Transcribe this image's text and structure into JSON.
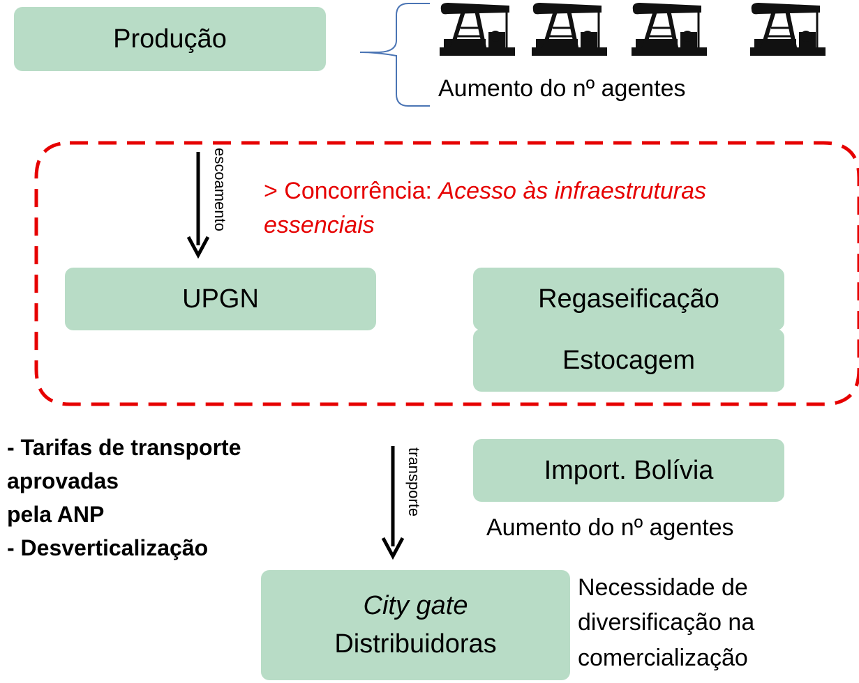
{
  "production": {
    "label": "Produção"
  },
  "pump_jacks": {
    "count": 4,
    "icon": "oil-pump-jack-icon"
  },
  "agents_top": "Aumento do nº agentes",
  "competition": {
    "prefix": "> Concorrência: ",
    "italic": "Acesso às infraestruturas essenciais"
  },
  "flows": {
    "escoamento": "escoamento",
    "transporte": "transporte"
  },
  "upgn": {
    "label": "UPGN"
  },
  "regas": {
    "label": "Regaseificação"
  },
  "storage": {
    "label": "Estocagem"
  },
  "tariffs": {
    "line1": "- Tarifas de transporte",
    "line2": "aprovadas",
    "line3": "pela ANP",
    "line4": "- Desverticalização"
  },
  "import": {
    "label": "Import. Bolívia"
  },
  "agents_bottom": "Aumento do nº agentes",
  "citygate": {
    "title": "City gate",
    "subtitle": "Distribuidoras"
  },
  "diversification": {
    "line1": "Necessidade de",
    "line2": "diversificação na",
    "line3": "comercialização"
  },
  "colors": {
    "box_fill": "#b8dcc6",
    "dashed_border": "#e60000",
    "brace": "#4a74b4",
    "accent_text": "#e60000"
  }
}
